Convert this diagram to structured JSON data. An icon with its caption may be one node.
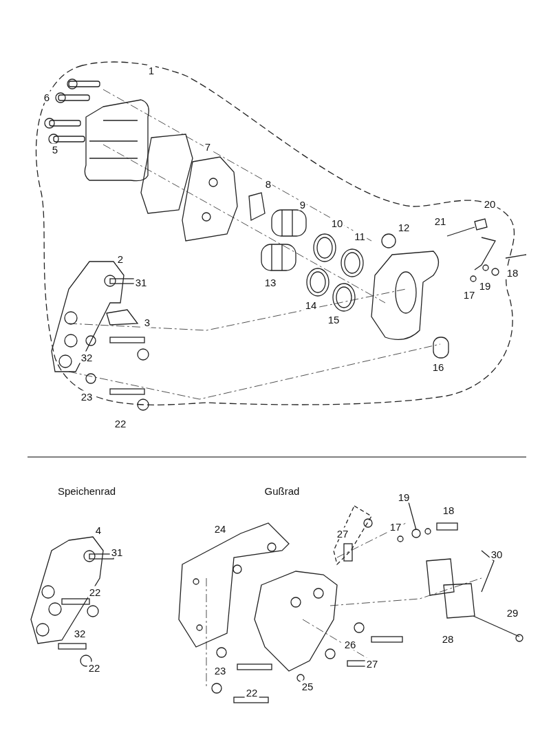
{
  "diagram": {
    "labels": [
      "1",
      "6",
      "7",
      "5",
      "8",
      "9",
      "20",
      "21",
      "10",
      "12",
      "11",
      "2",
      "18",
      "31",
      "19",
      "13",
      "17",
      "14",
      "15",
      "3",
      "16",
      "32",
      "23",
      "22",
      "Speichenrad",
      "Gußrad",
      "19",
      "18",
      "4",
      "17",
      "24",
      "27",
      "30",
      "31",
      "22",
      "29",
      "26",
      "32",
      "28",
      "27",
      "22",
      "23",
      "22",
      "25"
    ]
  }
}
